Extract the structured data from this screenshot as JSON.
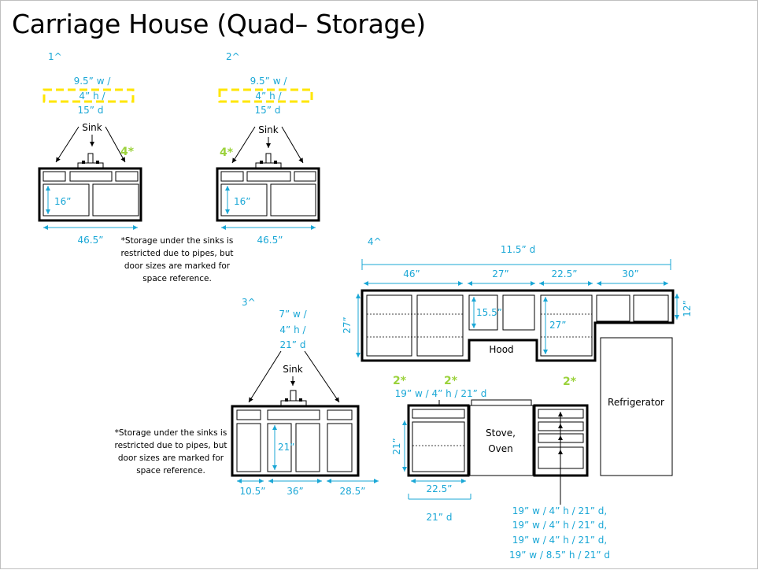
{
  "title": "Carriage House (Quad– Storage)",
  "colors": {
    "dimension": "#1aa7d6",
    "marker": "#9bd23c",
    "shelf": "#ffe600",
    "outline": "#000000"
  },
  "labels": {
    "n1": "1^",
    "n2": "2^",
    "n3": "3^",
    "n4": "4^",
    "shelf1": [
      "9.5” w /",
      "4” h /",
      "15” d"
    ],
    "shelf2": [
      "9.5” w /",
      "4” h /",
      "15” d"
    ],
    "shelf3": [
      "7” w /",
      "4” h /",
      "21” d"
    ],
    "sink1": "Sink",
    "sink2": "Sink",
    "sink3": "Sink",
    "m4a": "4*",
    "m4b": "4*",
    "m2a": "2*",
    "m2b": "2*",
    "m2c": "2*",
    "d16a": "16”",
    "d16b": "16”",
    "w465a": "46.5”",
    "w465b": "46.5”",
    "note1": [
      "*Storage under the sinks is",
      "restricted due to pipes, but",
      "door sizes are marked for",
      "space reference."
    ],
    "note2": [
      "*Storage under the sinks is",
      "restricted due to pipes, but",
      "door sizes are marked for",
      "space reference."
    ],
    "u_d": "11.5” d",
    "u46": "46”",
    "u27": "27”",
    "u225": "22.5”",
    "u30": "30”",
    "u27h": "27”",
    "u12": "12”",
    "u155": "15.5”",
    "u27in": "27”",
    "hood": "Hood",
    "s21": "21”",
    "s105": "10.5”",
    "s36": "36”",
    "s285": "28.5”",
    "top19": "19” w / 4” h / 21” d",
    "stove1": "Stove,",
    "stove2": "Oven",
    "refrig": "Refrigerator",
    "l21h": "21”",
    "l225": "22.5”",
    "l21d": "21” d",
    "drawers": [
      "19” w / 4” h / 21” d,",
      "19” w / 4” h / 21” d,",
      "19” w / 4” h / 21” d,",
      "19” w / 8.5” h / 21” d"
    ]
  }
}
